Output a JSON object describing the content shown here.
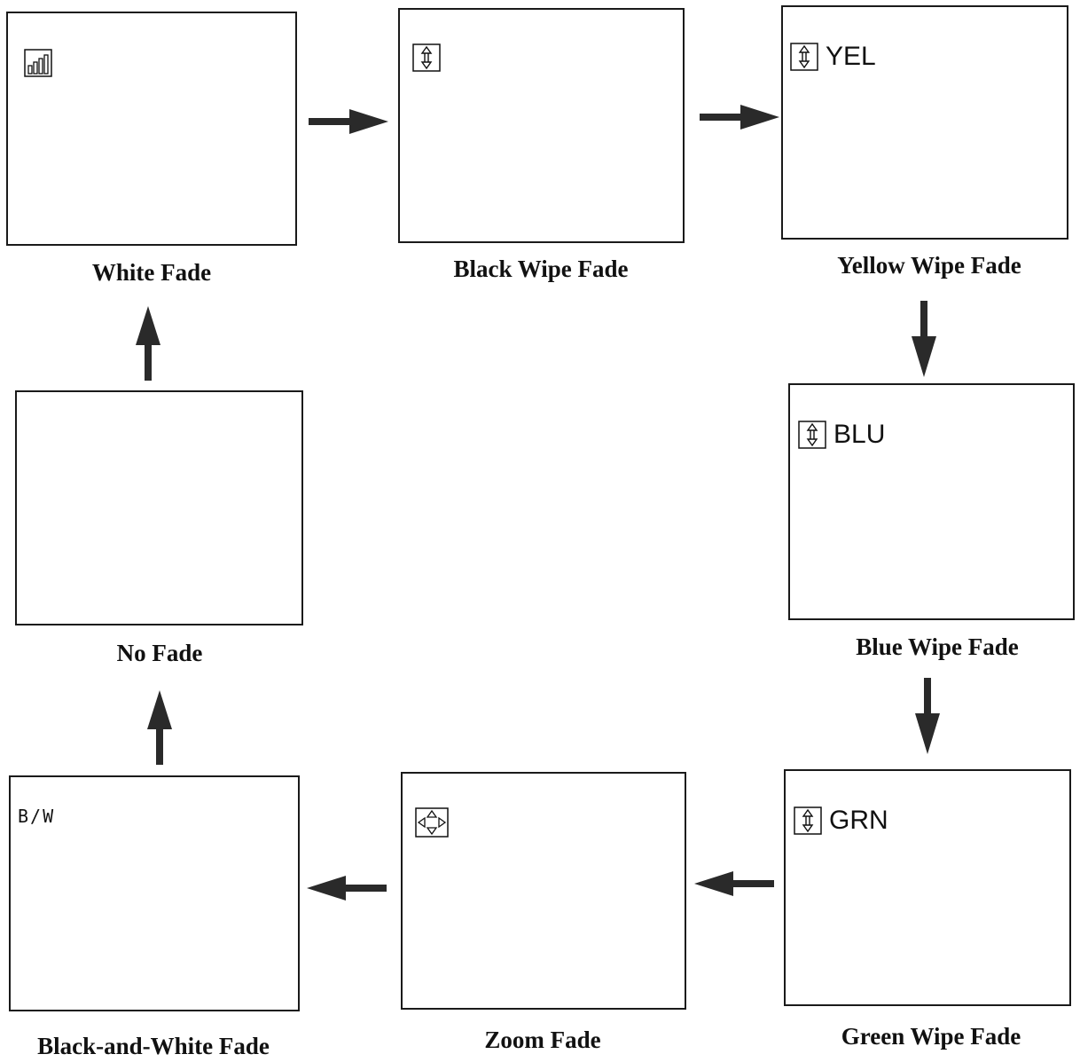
{
  "modes": [
    {
      "id": "white-fade",
      "caption": "White Fade",
      "osd_icon": "brightness-bars-icon",
      "osd_text": ""
    },
    {
      "id": "black-wipe-fade",
      "caption": "Black Wipe Fade",
      "osd_icon": "wipe-updown-icon",
      "osd_text": ""
    },
    {
      "id": "yellow-wipe-fade",
      "caption": "Yellow Wipe Fade",
      "osd_icon": "wipe-updown-icon",
      "osd_text": "YEL"
    },
    {
      "id": "blue-wipe-fade",
      "caption": "Blue Wipe Fade",
      "osd_icon": "wipe-updown-icon",
      "osd_text": "BLU"
    },
    {
      "id": "green-wipe-fade",
      "caption": "Green Wipe Fade",
      "osd_icon": "wipe-updown-icon",
      "osd_text": "GRN"
    },
    {
      "id": "zoom-fade",
      "caption": "Zoom Fade",
      "osd_icon": "zoom-arrows-icon",
      "osd_text": ""
    },
    {
      "id": "black-and-white-fade",
      "caption": "Black-and-White Fade",
      "osd_icon": "",
      "osd_text": "B/W"
    },
    {
      "id": "no-fade",
      "caption": "No Fade",
      "osd_icon": "",
      "osd_text": ""
    }
  ],
  "arrow_color": "#2a2a2a"
}
